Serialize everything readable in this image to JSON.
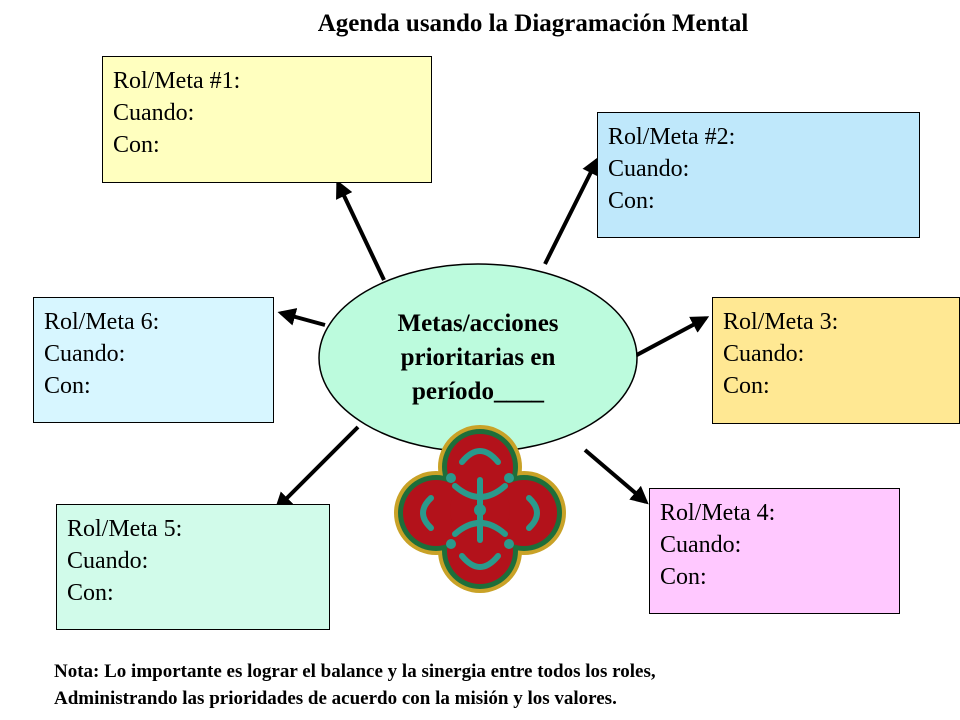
{
  "title": "Agenda usando la Diagramación Mental",
  "center": {
    "line1": "Metas/acciones",
    "line2": "prioritarias en",
    "line3": "período____"
  },
  "goals": [
    {
      "label": "Rol/Meta #1:",
      "when": "Cuando:",
      "with": "Con:",
      "color": "#ffffbf"
    },
    {
      "label": "Rol/Meta #2:",
      "when": "Cuando:",
      "with": "Con:",
      "color": "#bfe8fb"
    },
    {
      "label": "Rol/Meta 3:",
      "when": "Cuando:",
      "with": "Con:",
      "color": "#ffe893"
    },
    {
      "label": "Rol/Meta 4:",
      "when": "Cuando:",
      "with": "Con:",
      "color": "#ffc8ff"
    },
    {
      "label": "Rol/Meta 5:",
      "when": "Cuando:",
      "with": "Con:",
      "color": "#d1fbea"
    },
    {
      "label": "Rol/Meta 6:",
      "when": "Cuando:",
      "with": "Con:",
      "color": "#d7f6ff"
    }
  ],
  "colors": {
    "ellipse_fill": "#bcfbdd",
    "emblem_red": "#b3121b",
    "emblem_green": "#1e6e3a",
    "emblem_teal": "#2a9a8c",
    "emblem_gold": "#c9a227"
  },
  "emblem_icon": "celtic-knot-icon",
  "note": {
    "line1": "Nota: Lo importante es lograr el balance y la sinergia entre todos los roles,",
    "line2": "Administrando las prioridades de acuerdo con la misión y los valores."
  }
}
